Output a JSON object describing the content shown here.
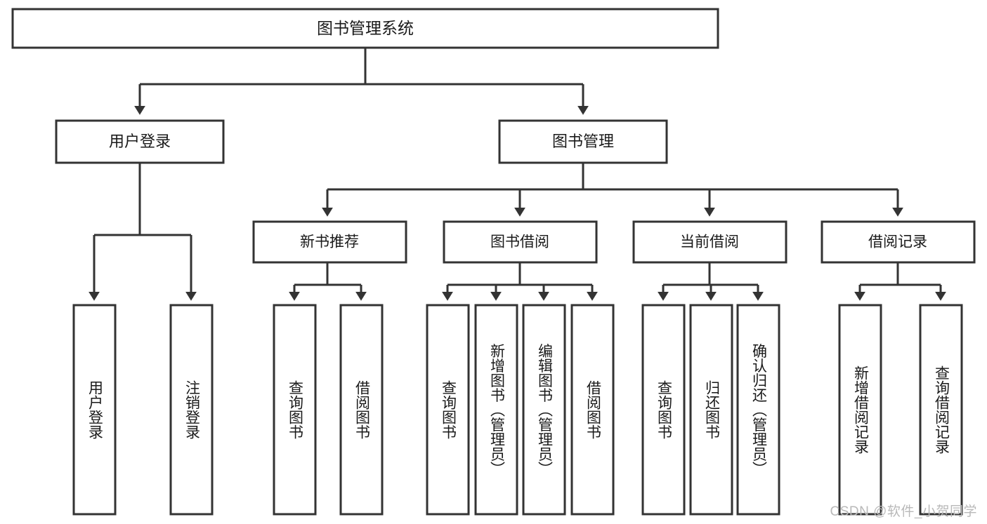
{
  "diagram": {
    "title": "图书管理系统",
    "type": "hierarchy-tree",
    "root": {
      "label": "图书管理系统"
    },
    "level2": [
      {
        "id": "user-login",
        "label": "用户登录"
      },
      {
        "id": "book-management",
        "label": "图书管理"
      }
    ],
    "level3": [
      {
        "id": "new-book-recommend",
        "label": "新书推荐",
        "parent": "book-management"
      },
      {
        "id": "book-borrow",
        "label": "图书借阅",
        "parent": "book-management"
      },
      {
        "id": "current-borrow",
        "label": "当前借阅",
        "parent": "book-management"
      },
      {
        "id": "borrow-record",
        "label": "借阅记录",
        "parent": "book-management"
      }
    ],
    "leaves": {
      "user-login": [
        {
          "id": "leaf-user-login",
          "label": "用户登录"
        },
        {
          "id": "leaf-logout-login",
          "label": "注销登录"
        }
      ],
      "new-book-recommend": [
        {
          "id": "leaf-query-book-1",
          "label": "查询图书"
        },
        {
          "id": "leaf-borrow-book-1",
          "label": "借阅图书"
        }
      ],
      "book-borrow": [
        {
          "id": "leaf-query-book-2",
          "label": "查询图书"
        },
        {
          "id": "leaf-add-book",
          "label": "新增图书（管理员）"
        },
        {
          "id": "leaf-edit-book",
          "label": "编辑图书（管理员）"
        },
        {
          "id": "leaf-borrow-book-2",
          "label": "借阅图书"
        }
      ],
      "current-borrow": [
        {
          "id": "leaf-query-book-3",
          "label": "查询图书"
        },
        {
          "id": "leaf-return-book",
          "label": "归还图书"
        },
        {
          "id": "leaf-confirm-return",
          "label": "确认归还（管理员）"
        }
      ],
      "borrow-record": [
        {
          "id": "leaf-add-record",
          "label": "新增借阅记录"
        },
        {
          "id": "leaf-query-record",
          "label": "查询借阅记录"
        }
      ]
    },
    "watermark": "CSDN @软件_小贺同学",
    "colors": {
      "stroke": "#333333",
      "fill": "#ffffff",
      "text": "#1a1a1a",
      "watermark": "#b9b9b9"
    }
  }
}
